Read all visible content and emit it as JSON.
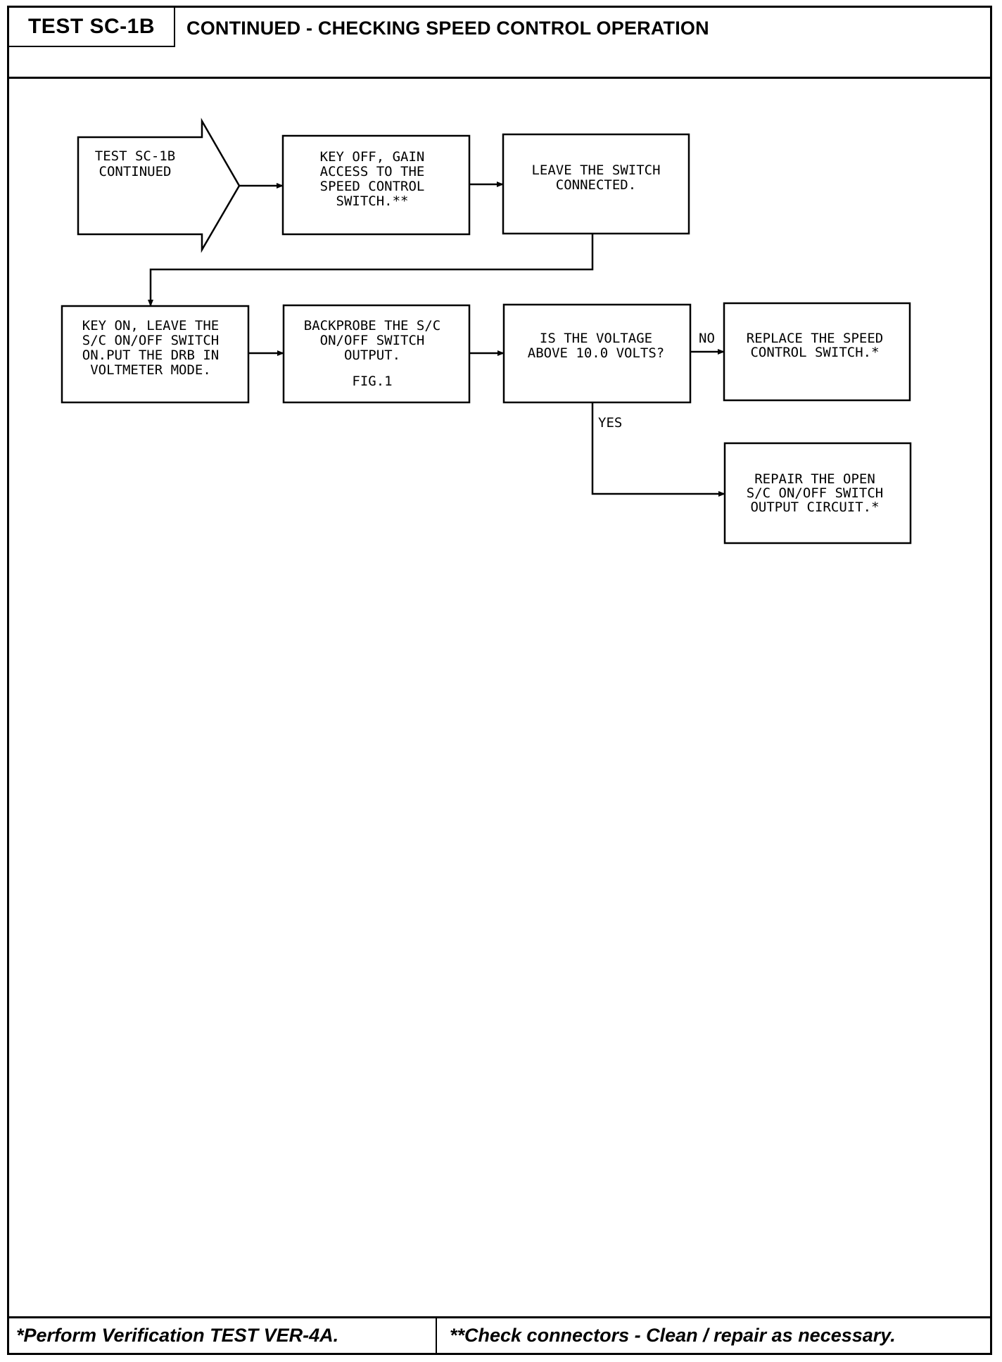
{
  "header": {
    "test_id": "TEST SC-1B",
    "title": "CONTINUED - CHECKING SPEED CONTROL OPERATION"
  },
  "flowchart": {
    "start": {
      "lines": [
        "TEST SC-1B",
        "CONTINUED"
      ]
    },
    "step1": {
      "lines": [
        "KEY OFF, GAIN",
        "ACCESS TO THE",
        "SPEED CONTROL",
        "SWITCH.**"
      ]
    },
    "step2": {
      "lines": [
        "LEAVE THE SWITCH",
        "CONNECTED."
      ]
    },
    "step3": {
      "lines": [
        "KEY ON, LEAVE THE",
        "S/C ON/OFF SWITCH",
        "ON.PUT THE DRB IN",
        "VOLTMETER MODE."
      ]
    },
    "step4": {
      "lines": [
        "BACKPROBE THE S/C",
        "ON/OFF SWITCH",
        "OUTPUT."
      ],
      "fig": "FIG.1"
    },
    "decision": {
      "lines": [
        "IS THE VOLTAGE",
        "ABOVE 10.0 VOLTS?"
      ]
    },
    "no_label": "NO",
    "yes_label": "YES",
    "no_result": {
      "lines": [
        "REPLACE THE SPEED",
        "CONTROL SWITCH.*"
      ]
    },
    "yes_result": {
      "lines": [
        "REPAIR THE OPEN",
        "S/C ON/OFF SWITCH",
        "OUTPUT CIRCUIT.*"
      ]
    }
  },
  "footer": {
    "left_note": "*Perform Verification TEST VER-4A.",
    "right_note": "**Check connectors - Clean / repair as necessary."
  }
}
